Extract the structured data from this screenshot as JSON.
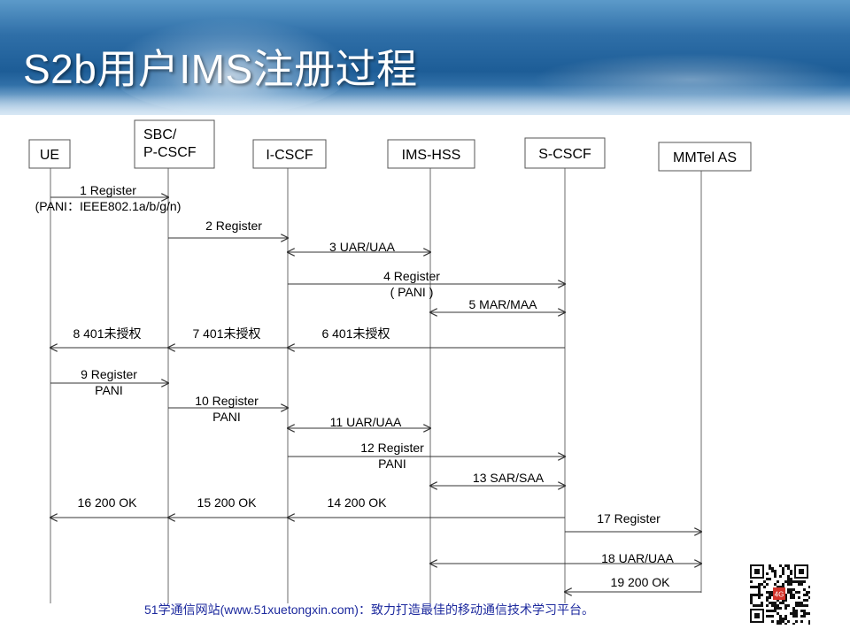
{
  "header": {
    "title": "S2b用户IMS注册过程",
    "colors": {
      "banner": "#2f6fa8",
      "title_text": "#ffffff"
    }
  },
  "nodes": [
    {
      "id": "ue",
      "lines": [
        "UE"
      ]
    },
    {
      "id": "sbc",
      "lines": [
        "SBC/",
        "P-CSCF"
      ]
    },
    {
      "id": "icscf",
      "lines": [
        "I-CSCF"
      ]
    },
    {
      "id": "hss",
      "lines": [
        "IMS-HSS"
      ]
    },
    {
      "id": "scscf",
      "lines": [
        "S-CSCF"
      ]
    },
    {
      "id": "as",
      "lines": [
        "MMTel AS"
      ]
    }
  ],
  "messages": [
    {
      "id": "m1",
      "from": "ue",
      "to": "sbc",
      "lines": [
        "1 Register",
        "(PANI：IEEE802.1a/b/g/n)"
      ]
    },
    {
      "id": "m2",
      "from": "sbc",
      "to": "icscf",
      "lines": [
        "2 Register"
      ]
    },
    {
      "id": "m3",
      "from": "icscf",
      "to": "hss",
      "both": true,
      "lines": [
        "3 UAR/UAA"
      ]
    },
    {
      "id": "m4",
      "from": "icscf",
      "to": "scscf",
      "lines": [
        "4 Register",
        "( PANI )"
      ]
    },
    {
      "id": "m5",
      "from": "hss",
      "to": "scscf",
      "both": true,
      "lines": [
        "5 MAR/MAA"
      ]
    },
    {
      "id": "m6",
      "from": "scscf",
      "to": "icscf",
      "lines": [
        "6 401未授权"
      ]
    },
    {
      "id": "m7",
      "from": "icscf",
      "to": "sbc",
      "lines": [
        "7 401未授权"
      ]
    },
    {
      "id": "m8",
      "from": "sbc",
      "to": "ue",
      "lines": [
        "8 401未授权"
      ]
    },
    {
      "id": "m9",
      "from": "ue",
      "to": "sbc",
      "lines": [
        "9 Register",
        "PANI"
      ]
    },
    {
      "id": "m10",
      "from": "sbc",
      "to": "icscf",
      "lines": [
        "10 Register",
        "PANI"
      ]
    },
    {
      "id": "m11",
      "from": "icscf",
      "to": "hss",
      "both": true,
      "lines": [
        "11 UAR/UAA"
      ]
    },
    {
      "id": "m12",
      "from": "icscf",
      "to": "scscf",
      "lines": [
        "12 Register",
        "PANI"
      ]
    },
    {
      "id": "m13",
      "from": "hss",
      "to": "scscf",
      "both": true,
      "lines": [
        "13 SAR/SAA"
      ]
    },
    {
      "id": "m14",
      "from": "scscf",
      "to": "icscf",
      "lines": [
        "14 200 OK"
      ]
    },
    {
      "id": "m15",
      "from": "icscf",
      "to": "sbc",
      "lines": [
        "15 200 OK"
      ]
    },
    {
      "id": "m16",
      "from": "sbc",
      "to": "ue",
      "lines": [
        "16 200 OK"
      ]
    },
    {
      "id": "m17",
      "from": "scscf",
      "to": "as",
      "lines": [
        "17 Register"
      ]
    },
    {
      "id": "m18",
      "from": "hss",
      "to": "as",
      "both": true,
      "lines": [
        "18 UAR/UAA"
      ]
    },
    {
      "id": "m19",
      "from": "as",
      "to": "scscf",
      "lines": [
        "19 200 OK"
      ]
    }
  ],
  "footer": {
    "text": "51学通信网站(www.51xuetongxin.com)：致力打造最佳的移动通信技术学习平台。",
    "color": "#1d2a9e"
  },
  "qr": {
    "icon": "qr-code-icon",
    "badge_text": "4G"
  }
}
